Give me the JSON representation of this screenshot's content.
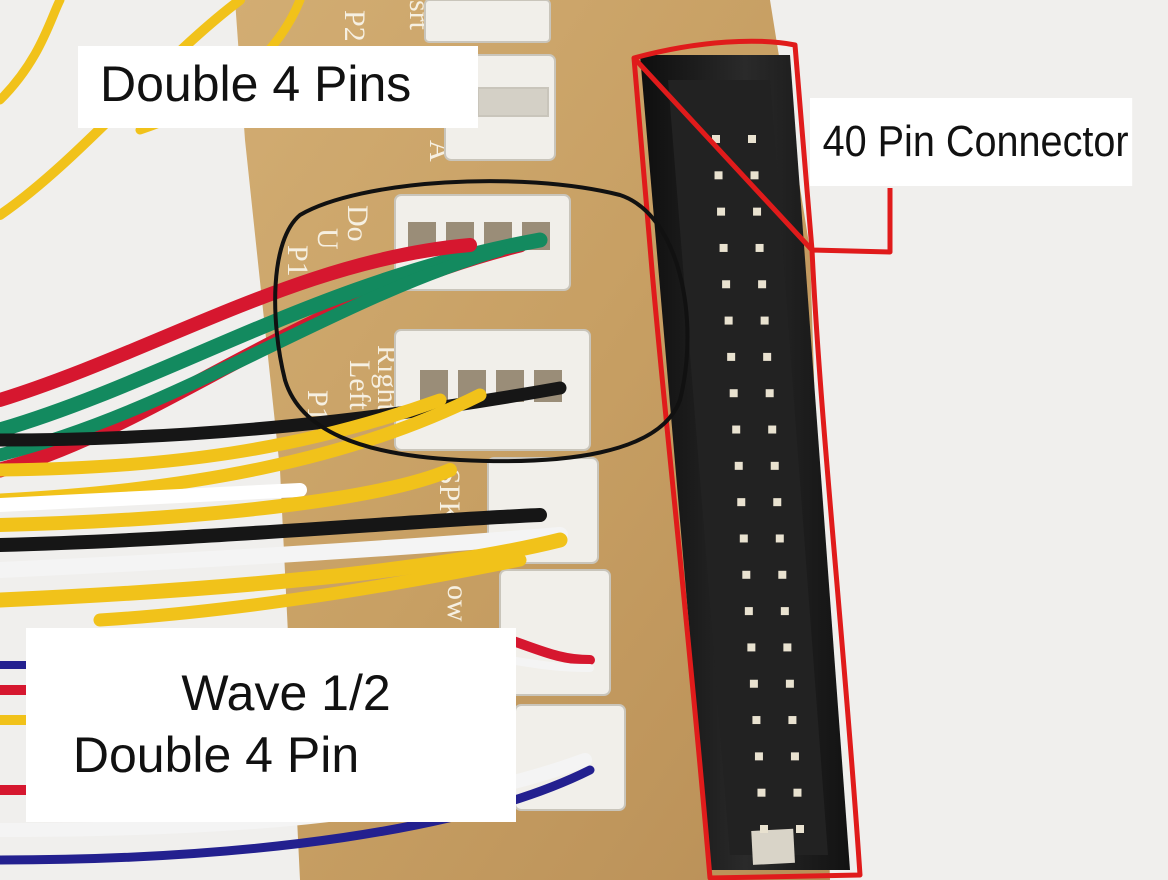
{
  "labels": {
    "double_4_pins": "Double 4 Pins",
    "forty_pin_connector": "40 Pin Connector",
    "wave_line1": "Wave 1/2",
    "wave_line2": "Double 4 Pin"
  },
  "board_silkscreen": {
    "top_left_a": "P2",
    "top_left_b": "srt",
    "upper_port_a": "Do",
    "upper_port_b": "U",
    "upper_port_c": "P1",
    "lower_port_a": "Right",
    "lower_port_b": "Left",
    "lower_port_c": "P1",
    "spk": "SPK",
    "low": "ow",
    "dash_a": "A"
  },
  "colors": {
    "pcb": "#c9a46a",
    "connector_body": "#1c1c1c",
    "annotation_red": "#e01b1b",
    "annotation_black": "#111111",
    "wire_red": "#d6172f",
    "wire_green": "#138a5f",
    "wire_yellow": "#f1c21a",
    "wire_black": "#161616",
    "wire_white": "#f4f4f4",
    "wire_blue": "#23208f"
  }
}
